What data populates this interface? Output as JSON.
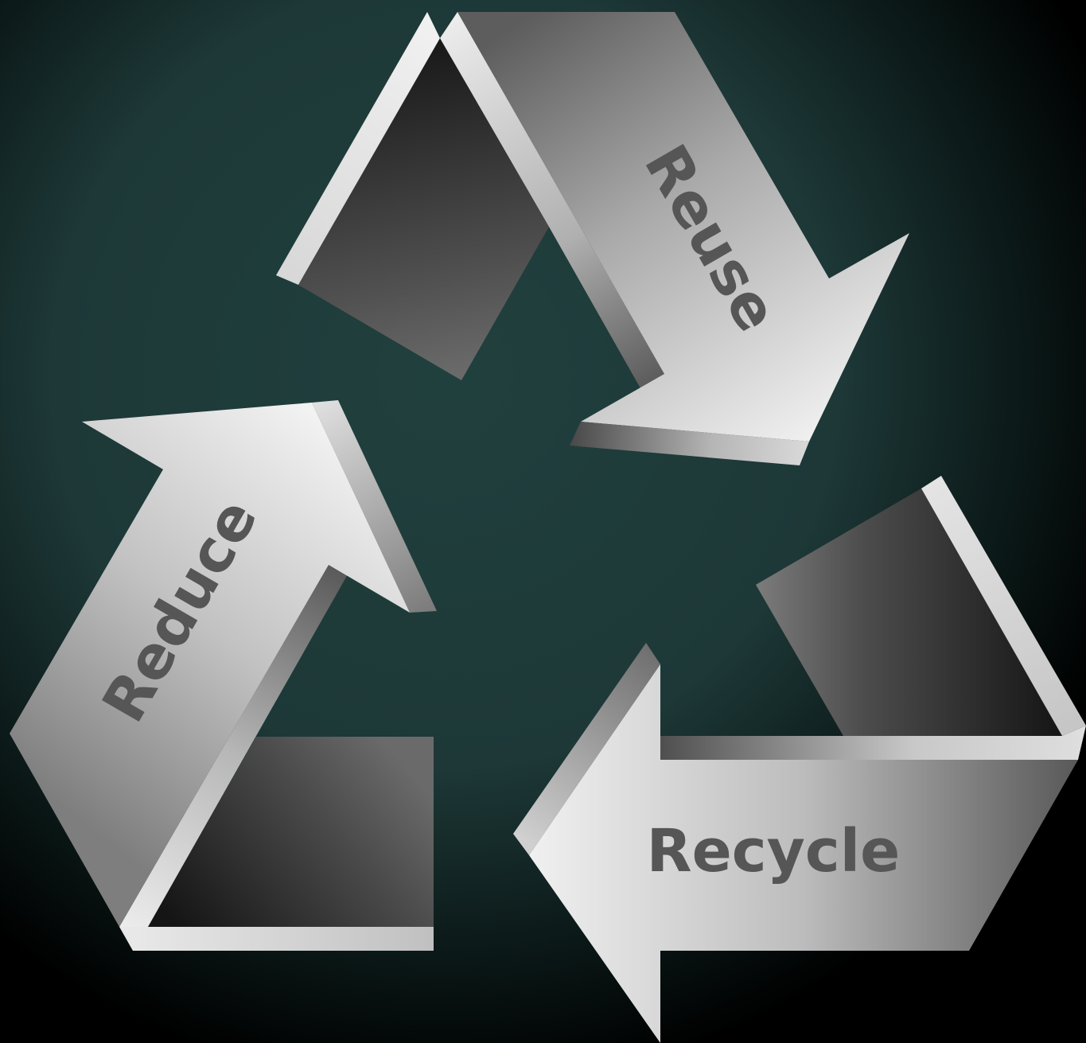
{
  "labels": {
    "reuse": "Reuse",
    "reduce": "Reduce",
    "recycle": "Recycle"
  },
  "colors": {
    "background_top": "#1f3b3a",
    "background_bottom": "#000000",
    "arrow_light": "#f0f0f0",
    "arrow_mid": "#a8a8a8",
    "arrow_dark": "#5e5e5e",
    "inner_dark": "#1c1c1c",
    "inner_mid": "#555555",
    "label": "#565656"
  }
}
